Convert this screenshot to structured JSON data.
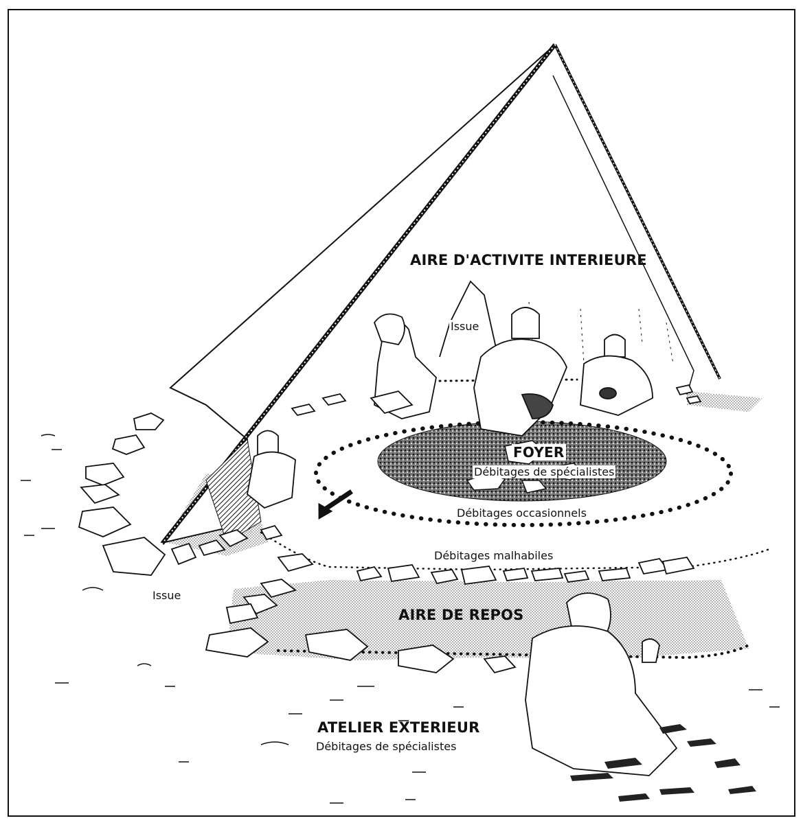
{
  "labels": {
    "interior_area": "AIRE D'ACTIVITE INTERIEURE",
    "exit_back": "Issue",
    "hearth": "FOYER",
    "hearth_specialists": "Débitages de spécialistes",
    "occasional": "Débitages occasionnels",
    "clumsy": "Débitages malhabiles",
    "exit_side": "Issue",
    "rest_area": "AIRE DE REPOS",
    "exterior_workshop": "ATELIER EXTERIEUR",
    "exterior_specialists": "Débitages de spécialistes"
  },
  "figures": [
    "seated-woman-figure",
    "central-knapper-figure",
    "child-knapper-figure",
    "child-at-entrance-figure",
    "exterior-knapper-figure"
  ],
  "colors": {
    "ink": "#111111",
    "paper": "#ffffff",
    "stipple": "#9a9a9a"
  }
}
